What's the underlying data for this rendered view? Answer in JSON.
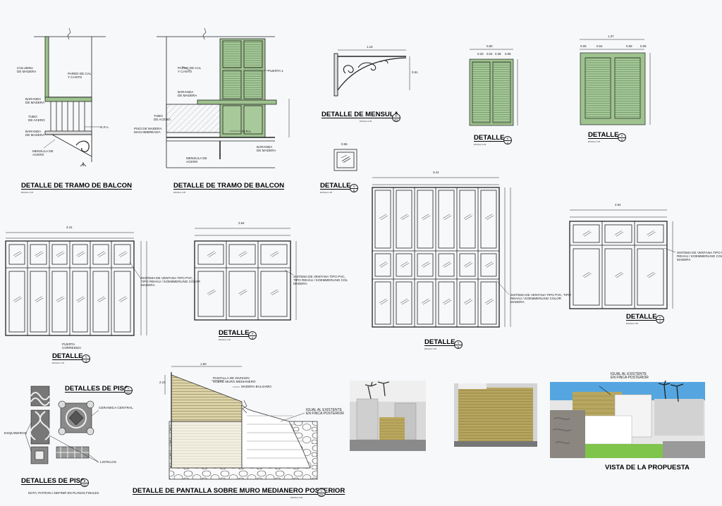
{
  "titles": {
    "balcon_1": "DETALLE DE TRAMO DE BALCON",
    "balcon_2": "DETALLE DE TRAMO DE BALCON",
    "mensula": "DETALLE DE MENSULA",
    "detalle": "DETALLE",
    "pisos_a": "DETALLES DE PISO",
    "pisos_b": "DETALLES DE PISO",
    "pantalla": "DETALLE DE PANTALLA SOBRE MURO MEDIANERO POSTERIOR",
    "vista": "VISTA DE LA PROPUESTA"
  },
  "scale_note": "ESCALA 1:25",
  "tags": {
    "mensula": [
      "D",
      "D1"
    ],
    "v1": [
      "V",
      "1"
    ],
    "v2": [
      "V",
      "2"
    ],
    "v3": [
      "V",
      "3"
    ],
    "v4": [
      "V",
      "4"
    ],
    "v5": [
      "V",
      "5"
    ],
    "v6": [
      "V",
      "6"
    ],
    "v7": [
      "V",
      "7"
    ],
    "piso_a": [
      "A",
      "D2"
    ],
    "piso_b": [
      "B",
      "D2"
    ],
    "pantalla": [
      "C",
      "D2"
    ]
  },
  "balcon1_labels": {
    "columna": "COLUMNA\nDE MADERA",
    "pared": "PARED DE CAL\nY CANTO",
    "baranda_top": "BARANDA\nDE MADERA",
    "tubo": "TUBO\nDE ACERO",
    "baranda_bot": "BARANDA\nDE MADERA",
    "mensula": "MENSULA DE\nACERO",
    "npa": "N.P.A."
  },
  "balcon2_labels": {
    "pared": "PARED DE CAL\nY CANTO",
    "puerta": "PUERTA 1",
    "baranda": "BARANDA\nDE MADERA",
    "tubo": "TUBO\nDE ACERO",
    "piso": "PISO DE MADERA\nMACHIMBREADA",
    "baranda_bot": "BARANDA\nDE MADERA",
    "mensula": "MENSULA DE\nACERO",
    "npa": "N.P.A."
  },
  "window_notes": {
    "v3": "SISTEMA DE VENTANA TIPO PVC,\nTIPO REHAU / KOEMMERLING COLOR\nMADERA",
    "v3_door": "PUERTA\nCORREDIZA",
    "v4": "SISTEMA DE VENTANA TIPO PVC,\nTIPO REHAU / KOEMMERLING COL\nMADERA",
    "v5": "SISTEMA DE VENTANA TIPO PVC, TIPO\nREHAU / KOEMMERLING COLOR\nMADERA",
    "v7": "SISTEMA DE VENTANA TIPO PVC, TIPO\nREHAU / KOEMMERLING COLOR\nMADERA"
  },
  "dims": {
    "mensula_w": "1.16",
    "mensula_h": "0.61",
    "v1_w": "0.80",
    "v1_parts": [
      "0.33",
      "0.04",
      "0.38",
      "0.05"
    ],
    "v2_w": "1.37",
    "v2_parts": [
      "0.05",
      "0.64",
      "0.69",
      "0.05"
    ],
    "v6_w": "0.56",
    "v3_w": "3.41",
    "v4_w": "2.64",
    "v5_w": "3.41",
    "v7_w": "2.64",
    "pantalla_w": "1.50",
    "pantalla_h": "2.10"
  },
  "piso_labels": {
    "ceramica": "CERAMICA CENTRAL",
    "esquineros": "ESQUINEROS",
    "listelos": "LISTELOS",
    "nota": "NOTA: PATRON A DEFINIR EN PLANOS FINALES"
  },
  "pantalla_labels": {
    "pantalla": "PANTALLA DE DIVISION\nSOBRE MURO MEDIANERO",
    "madera": "MADERA BALSAMO",
    "igual": "IGUAL AL EXISTENTE\nEN FINCA POSTERIOR"
  },
  "vista_label": "IGUAL AL EXISTENTE\nEN FINCA POSTERIOR",
  "colors": {
    "shutter": "#9fc28f",
    "shutter_dark": "#6f9a62",
    "slat": "#d9cfa6",
    "background": "#f6f8fa"
  }
}
